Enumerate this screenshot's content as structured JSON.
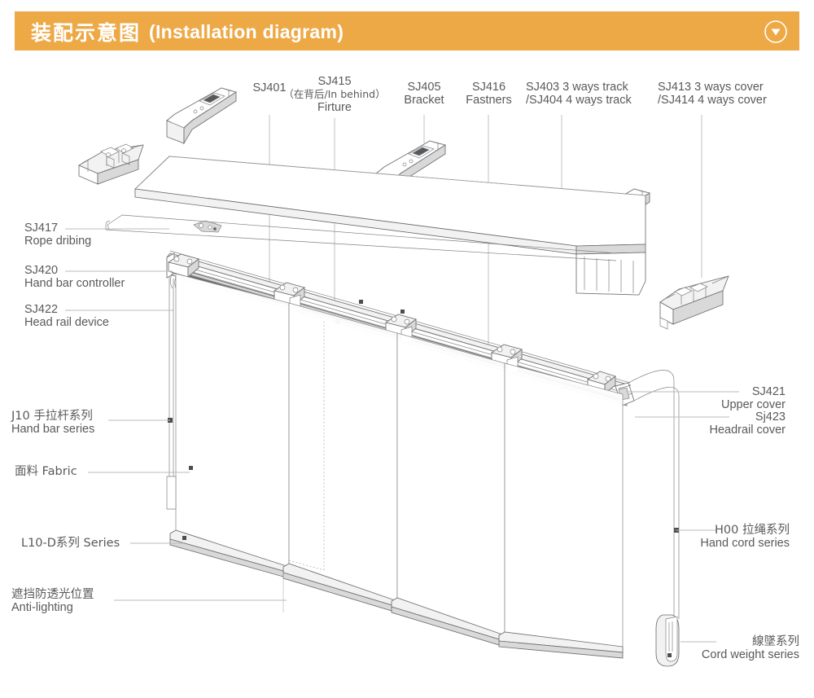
{
  "header": {
    "title_cn": "装配示意图",
    "title_en": "(Installation diagram)",
    "toggle_icon": "chevron-down-circle-icon",
    "bar_color": "#eea947",
    "text_color": "#ffffff"
  },
  "top_labels": [
    {
      "id": "sj401",
      "lines": [
        "SJ401"
      ]
    },
    {
      "id": "sj415",
      "lines": [
        "SJ415",
        "（在背后/In behind）",
        "Firture"
      ]
    },
    {
      "id": "sj405",
      "lines": [
        "SJ405",
        "Bracket"
      ]
    },
    {
      "id": "sj416",
      "lines": [
        "SJ416",
        "Fastners"
      ]
    },
    {
      "id": "sj403-sj404",
      "lines": [
        "SJ403  3 ways track",
        "/SJ404  4 ways track"
      ]
    },
    {
      "id": "sj413-sj414",
      "lines": [
        "SJ413  3 ways cover",
        "/SJ414  4 ways cover"
      ]
    }
  ],
  "left_labels": [
    {
      "id": "sj417",
      "lines": [
        "SJ417",
        "Rope dribing"
      ]
    },
    {
      "id": "sj420",
      "lines": [
        "SJ420",
        "Hand bar controller"
      ]
    },
    {
      "id": "sj422",
      "lines": [
        "SJ422",
        "Head rail device"
      ]
    },
    {
      "id": "j10",
      "lines": [
        "J10 手拉杆系列",
        "Hand bar series"
      ]
    },
    {
      "id": "fabric",
      "lines": [
        "面料 Fabric"
      ]
    },
    {
      "id": "l10d",
      "lines": [
        "L10-D系列 Series"
      ]
    },
    {
      "id": "anti-lighting",
      "lines": [
        "遮挡防透光位置",
        "Anti-lighting"
      ]
    }
  ],
  "right_labels": [
    {
      "id": "sj421",
      "lines": [
        "SJ421",
        "Upper cover"
      ]
    },
    {
      "id": "sj423",
      "lines": [
        "Sj423",
        "Headrail cover"
      ]
    },
    {
      "id": "h00",
      "lines": [
        "H00 拉绳系列",
        "Hand cord series"
      ]
    },
    {
      "id": "cord-weight",
      "lines": [
        "線墜系列",
        "Cord weight series"
      ]
    }
  ],
  "colors": {
    "line": "#6d6e71",
    "leader": "#b9bbbd",
    "text": "#58595b",
    "accent": "#eea947"
  }
}
